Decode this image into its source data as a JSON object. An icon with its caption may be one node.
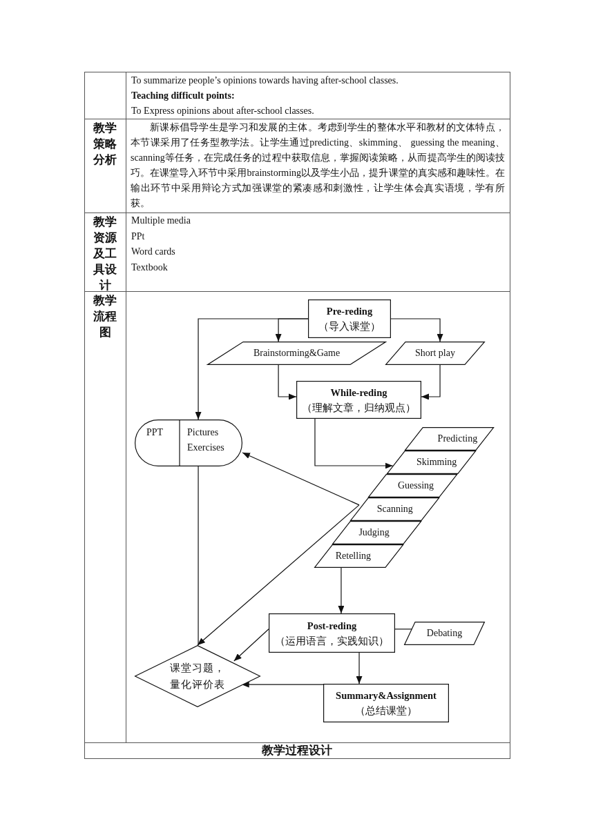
{
  "diagram": {
    "nodes": [
      {
        "text": [
          "Pre-reding",
          "（导入课堂）"
        ]
      },
      {
        "text": [
          "Brainstorming&Game"
        ]
      },
      {
        "text": [
          "Short play"
        ]
      },
      {
        "text": [
          "While-reding",
          "（理解文章，归纳观点）"
        ]
      },
      {
        "text": [
          "PPT",
          "Pictures Exercises"
        ]
      },
      {
        "text": [
          "Predicting"
        ]
      },
      {
        "text": [
          "Skimming"
        ]
      },
      {
        "text": [
          "Guessing"
        ]
      },
      {
        "text": [
          "Scanning"
        ]
      },
      {
        "text": [
          "Judging"
        ]
      },
      {
        "text": [
          "Retelling"
        ]
      },
      {
        "text": [
          "Post-reding",
          "（运用语言，实践知识）"
        ]
      },
      {
        "text": [
          "Debating"
        ]
      },
      {
        "text": [
          "课堂习题，量化评价表"
        ]
      },
      {
        "text": [
          "Summary&Assignment",
          "（总结课堂）"
        ]
      }
    ],
    "edges": [
      {
        "from": 0,
        "to": 1,
        "arrow": "to"
      },
      {
        "from": 0,
        "to": 4,
        "arrow": "to"
      },
      {
        "from": 0,
        "to": 2,
        "arrow": "to"
      },
      {
        "from": 1,
        "to": 3,
        "arrow": "to"
      },
      {
        "from": 2,
        "to": 3,
        "arrow": "to"
      },
      {
        "from": 3,
        "to": 6,
        "arrow": "to"
      },
      {
        "from": 8,
        "to": 4,
        "arrow": "to"
      },
      {
        "from": 8,
        "to": 13,
        "arrow": "to"
      },
      {
        "from": 4,
        "to": 13,
        "arrow": "none"
      },
      {
        "from": 10,
        "to": 11,
        "arrow": "to"
      },
      {
        "from": 11,
        "to": 12,
        "arrow": "none"
      },
      {
        "from": 11,
        "to": 13,
        "arrow": "to"
      },
      {
        "from": 11,
        "to": 14,
        "arrow": "to"
      },
      {
        "from": 14,
        "to": 13,
        "arrow": "to"
      }
    ],
    "labels": [
      "To summarize people’s opinions towards having after-school classes.",
      "Teaching difficult points:",
      "To Express opinions about after-school classes.",
      "教学策略分析",
      "新课标倡导学生是学习和发展的主体。考虑到学生的整体水平和教材的文体特点，本节课采用了任务型教学法。让学生通过predicting、skimming、 guessing the meaning、 scanning等任务，在完成任务的过程中获取信息，掌握阅读策略，从而提高学生的阅读技巧。在课堂导入环节中采用brainstorming以及学生小品，提升课堂的真实感和趣味性。在输出环节中采用辩论方式加强课堂的紧凑感和刺激性，让学生体会真实语境，学有所获。",
      "教学资源及工具设计",
      "Multiple media",
      "PPt",
      "Word cards",
      "Textbook",
      "教学流程图",
      "教学过程设计"
    ]
  }
}
